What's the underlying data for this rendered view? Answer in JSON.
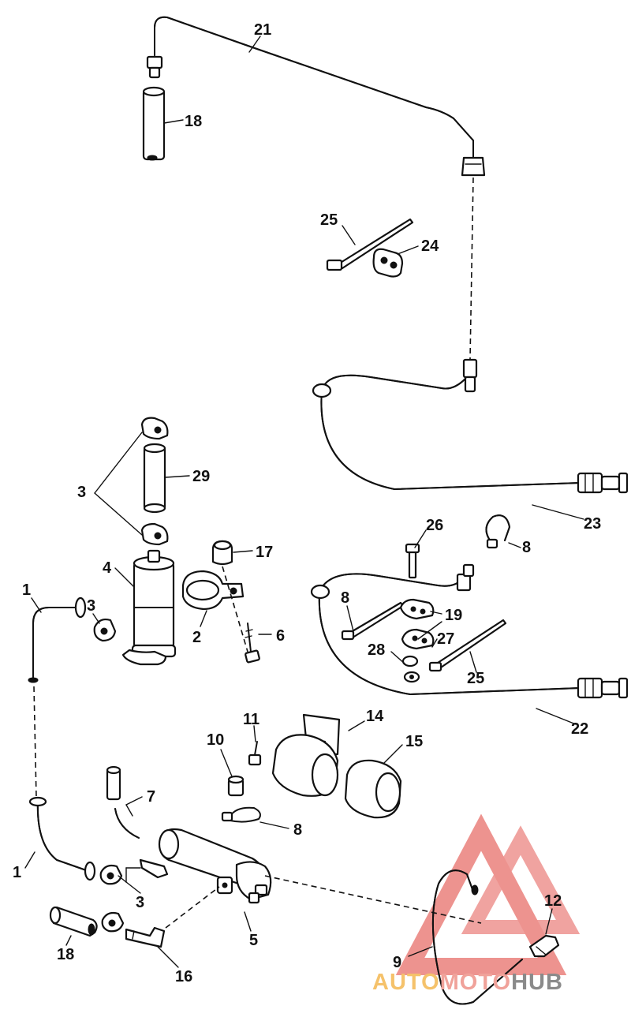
{
  "callouts": [
    {
      "id": "c21",
      "label": "21"
    },
    {
      "id": "c18a",
      "label": "18"
    },
    {
      "id": "c25a",
      "label": "25"
    },
    {
      "id": "c24",
      "label": "24"
    },
    {
      "id": "c29",
      "label": "29"
    },
    {
      "id": "c3a",
      "label": "3"
    },
    {
      "id": "c23",
      "label": "23"
    },
    {
      "id": "c26",
      "label": "26"
    },
    {
      "id": "c8a",
      "label": "8"
    },
    {
      "id": "c17",
      "label": "17"
    },
    {
      "id": "c4",
      "label": "4"
    },
    {
      "id": "c1a",
      "label": "1"
    },
    {
      "id": "c3b",
      "label": "3"
    },
    {
      "id": "c2",
      "label": "2"
    },
    {
      "id": "c6",
      "label": "6"
    },
    {
      "id": "c8b",
      "label": "8"
    },
    {
      "id": "c19",
      "label": "19"
    },
    {
      "id": "c27",
      "label": "27"
    },
    {
      "id": "c28",
      "label": "28"
    },
    {
      "id": "c25b",
      "label": "25"
    },
    {
      "id": "c22",
      "label": "22"
    },
    {
      "id": "c11",
      "label": "11"
    },
    {
      "id": "c14",
      "label": "14"
    },
    {
      "id": "c10",
      "label": "10"
    },
    {
      "id": "c15",
      "label": "15"
    },
    {
      "id": "c7",
      "label": "7"
    },
    {
      "id": "c8c",
      "label": "8"
    },
    {
      "id": "c1b",
      "label": "1"
    },
    {
      "id": "c3c",
      "label": "3"
    },
    {
      "id": "c12",
      "label": "12"
    },
    {
      "id": "c5",
      "label": "5"
    },
    {
      "id": "c18b",
      "label": "18"
    },
    {
      "id": "c9",
      "label": "9"
    },
    {
      "id": "c16",
      "label": "16"
    }
  ],
  "watermark": {
    "text_a": "AUTO",
    "text_b": "MOTO",
    "text_c": "HUB",
    "color_a": "#f5c26b",
    "color_b": "#f0a29a",
    "color_c": "#8a8a8a",
    "logo_color": "#e8706a"
  }
}
